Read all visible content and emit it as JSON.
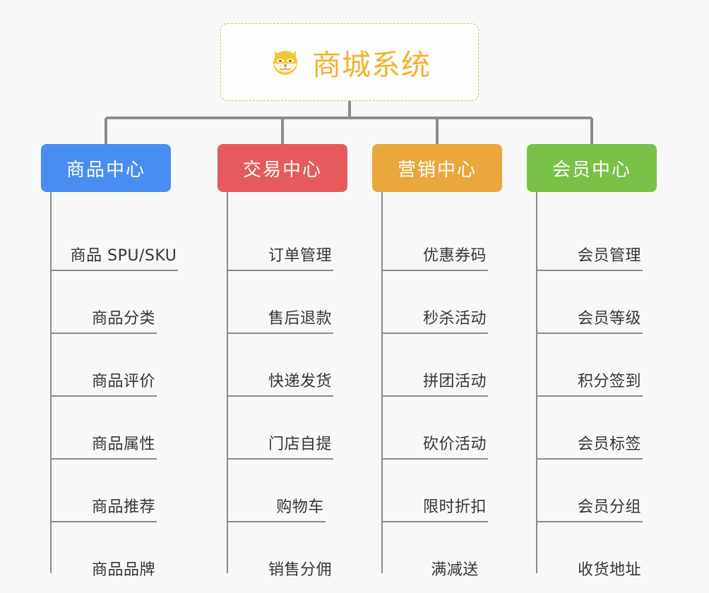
{
  "page": {
    "background_color": "#f8f8f9",
    "title": "商城系统"
  },
  "root": {
    "label": "商城系统",
    "icon": "shiba-dog-face-emoji",
    "text_color": "#f2b233",
    "border_color": "#e8b963",
    "background_color": "#fdfdfb"
  },
  "connector": {
    "color": "#8c8c8c"
  },
  "columns": [
    {
      "id": "product-center",
      "label": "商品中心",
      "color": "#4a8df0",
      "items": [
        "商品 SPU/SKU",
        "商品分类",
        "商品评价",
        "商品属性",
        "商品推荐",
        "商品品牌"
      ]
    },
    {
      "id": "trade-center",
      "label": "交易中心",
      "color": "#e55b5b",
      "items": [
        "订单管理",
        "售后退款",
        "快递发货",
        "门店自提",
        "购物车",
        "销售分佣"
      ]
    },
    {
      "id": "marketing-center",
      "label": "营销中心",
      "color": "#eaa73c",
      "items": [
        "优惠券码",
        "秒杀活动",
        "拼团活动",
        "砍价活动",
        "限时折扣",
        "满减送"
      ]
    },
    {
      "id": "member-center",
      "label": "会员中心",
      "color": "#79c147",
      "items": [
        "会员管理",
        "会员等级",
        "积分签到",
        "会员标签",
        "会员分组",
        "收货地址"
      ]
    }
  ]
}
